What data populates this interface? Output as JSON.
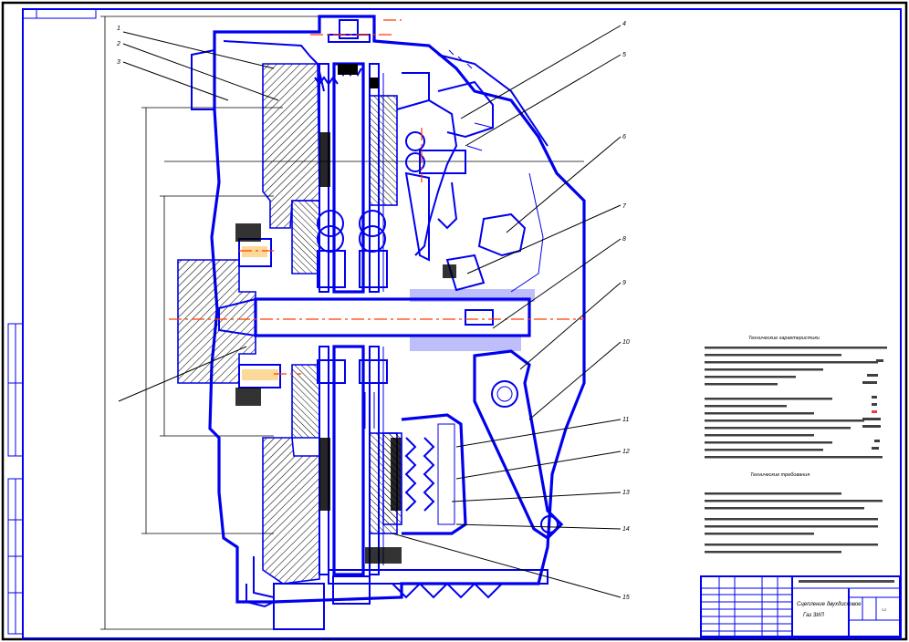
{
  "drawing": {
    "frame_color": "#0000ee",
    "axis_color": "#ff3b00",
    "hatch_color": "#000000",
    "background": "#ffffff"
  },
  "callouts": {
    "c1": "1",
    "c2": "2",
    "c3": "3",
    "c4": "4",
    "c5": "5",
    "c6": "6",
    "c7": "7",
    "c8": "8",
    "c9": "9",
    "c10": "10",
    "c11": "11",
    "c12": "12",
    "c13": "13",
    "c14": "14",
    "c15": "15"
  },
  "specs": {
    "title1": "Технические характеристики",
    "title2": "Технические требования",
    "rows1": [
      {
        "label": "",
        "value": ""
      },
      {
        "label": "",
        "value": ""
      },
      {
        "label": "",
        "value": ""
      },
      {
        "label": "",
        "value": ""
      },
      {
        "label": "",
        "value": ""
      },
      {
        "label": "",
        "value": ""
      },
      {
        "label": "",
        "value": ""
      }
    ],
    "rows2": [
      "",
      "",
      "",
      "",
      ""
    ]
  },
  "titleblock": {
    "name_line1": "Сцепление двухдисковое",
    "name_line2": "Газ ЗИЛ",
    "sheet": "1:2"
  }
}
